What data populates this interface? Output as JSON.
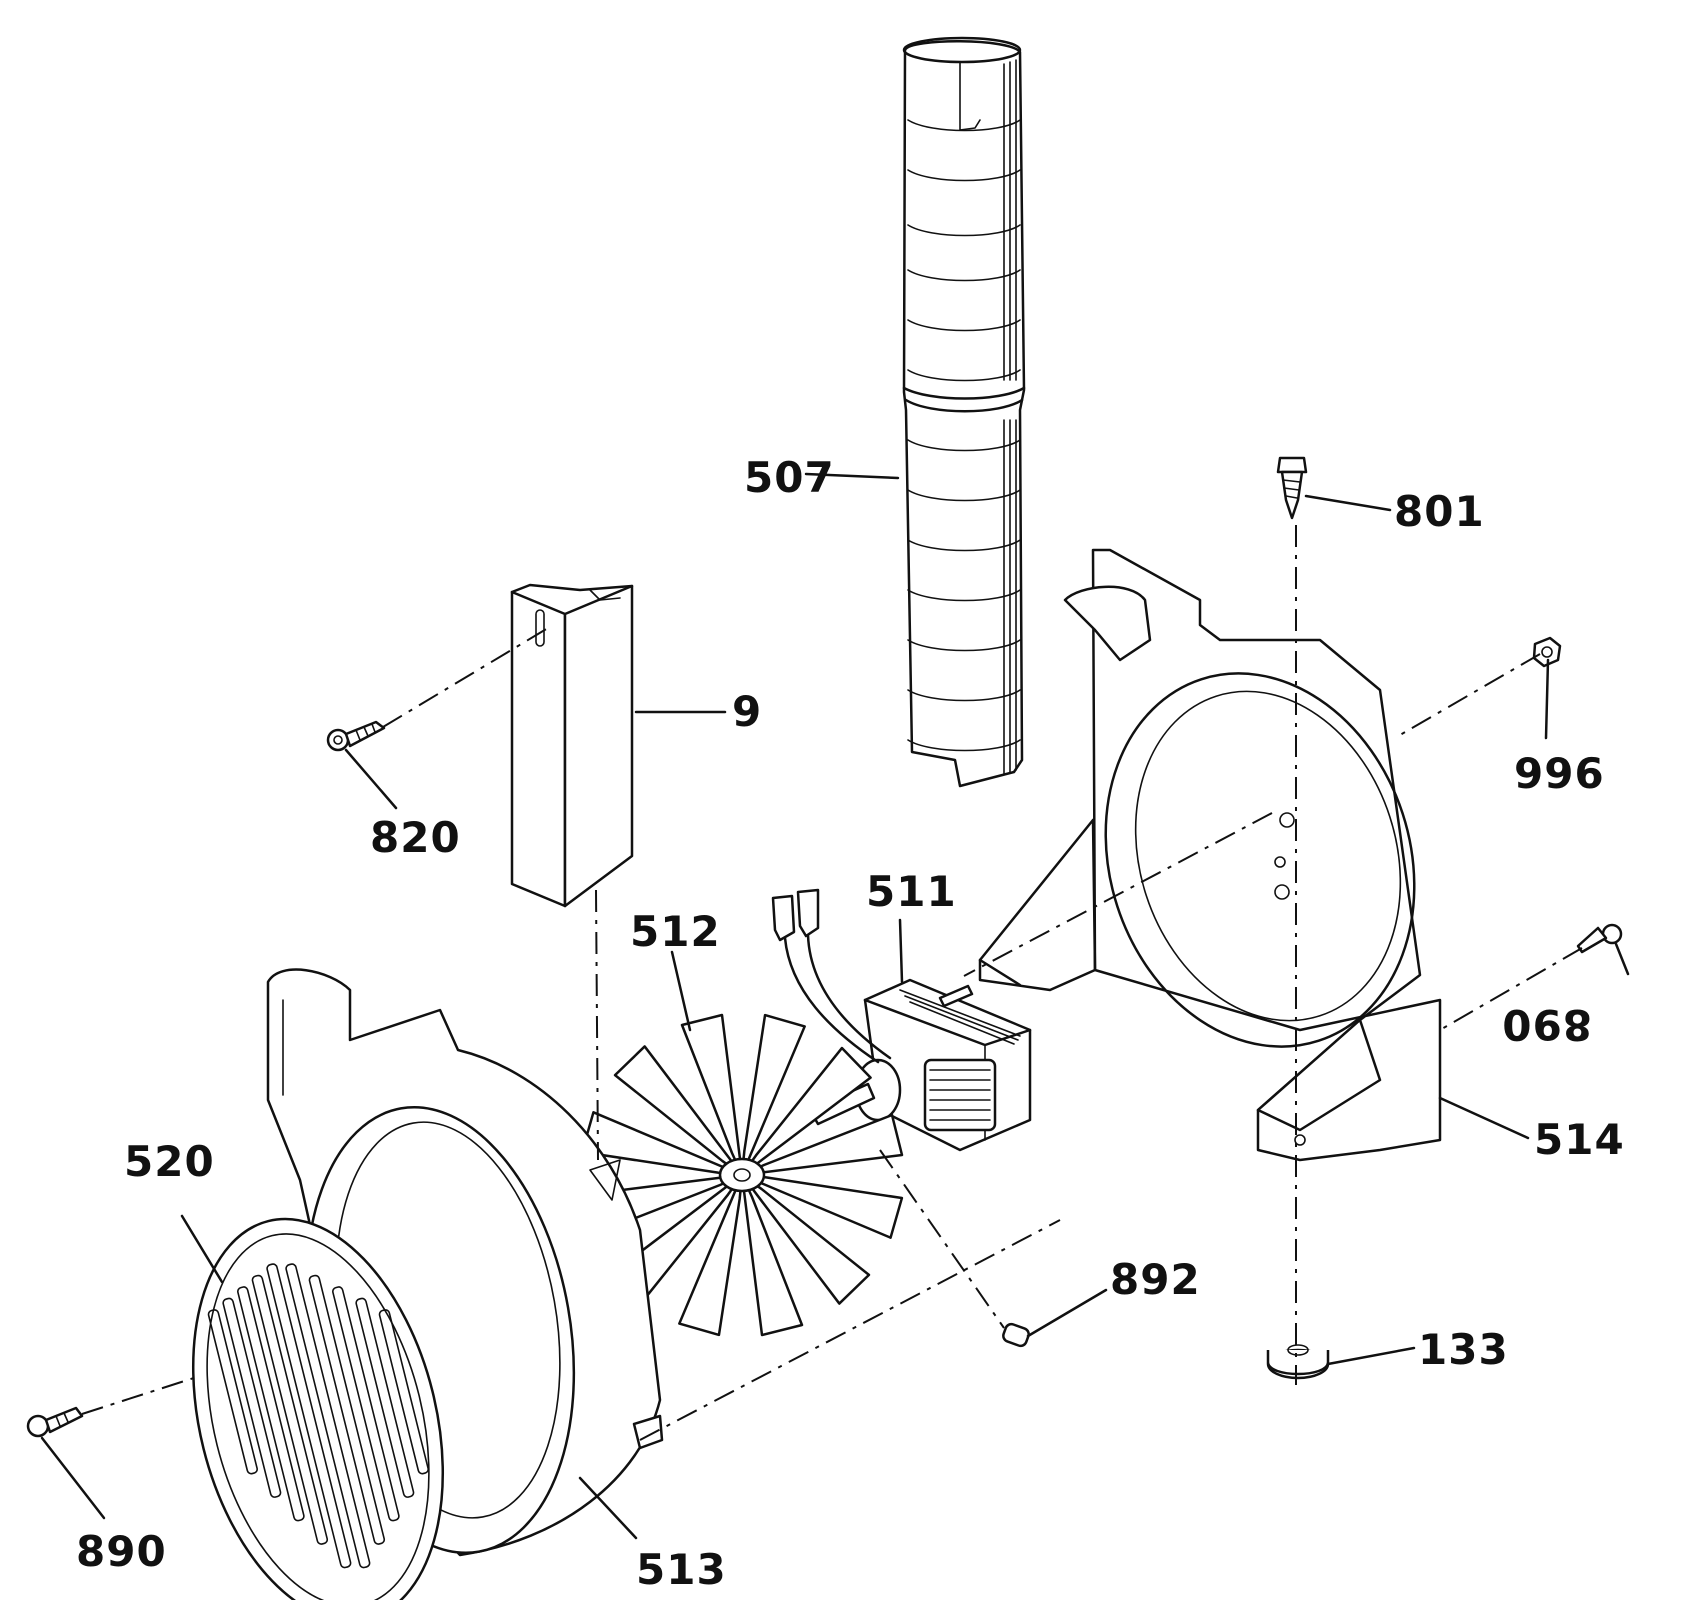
{
  "labels": {
    "p507": "507",
    "p801": "801",
    "p996": "996",
    "p9": "9",
    "p820": "820",
    "p511": "511",
    "p512": "512",
    "p890_right": "890",
    "p514": "514",
    "p520": "520",
    "p892": "892",
    "p133": "133",
    "p890_left": "890",
    "p513": "513"
  }
}
